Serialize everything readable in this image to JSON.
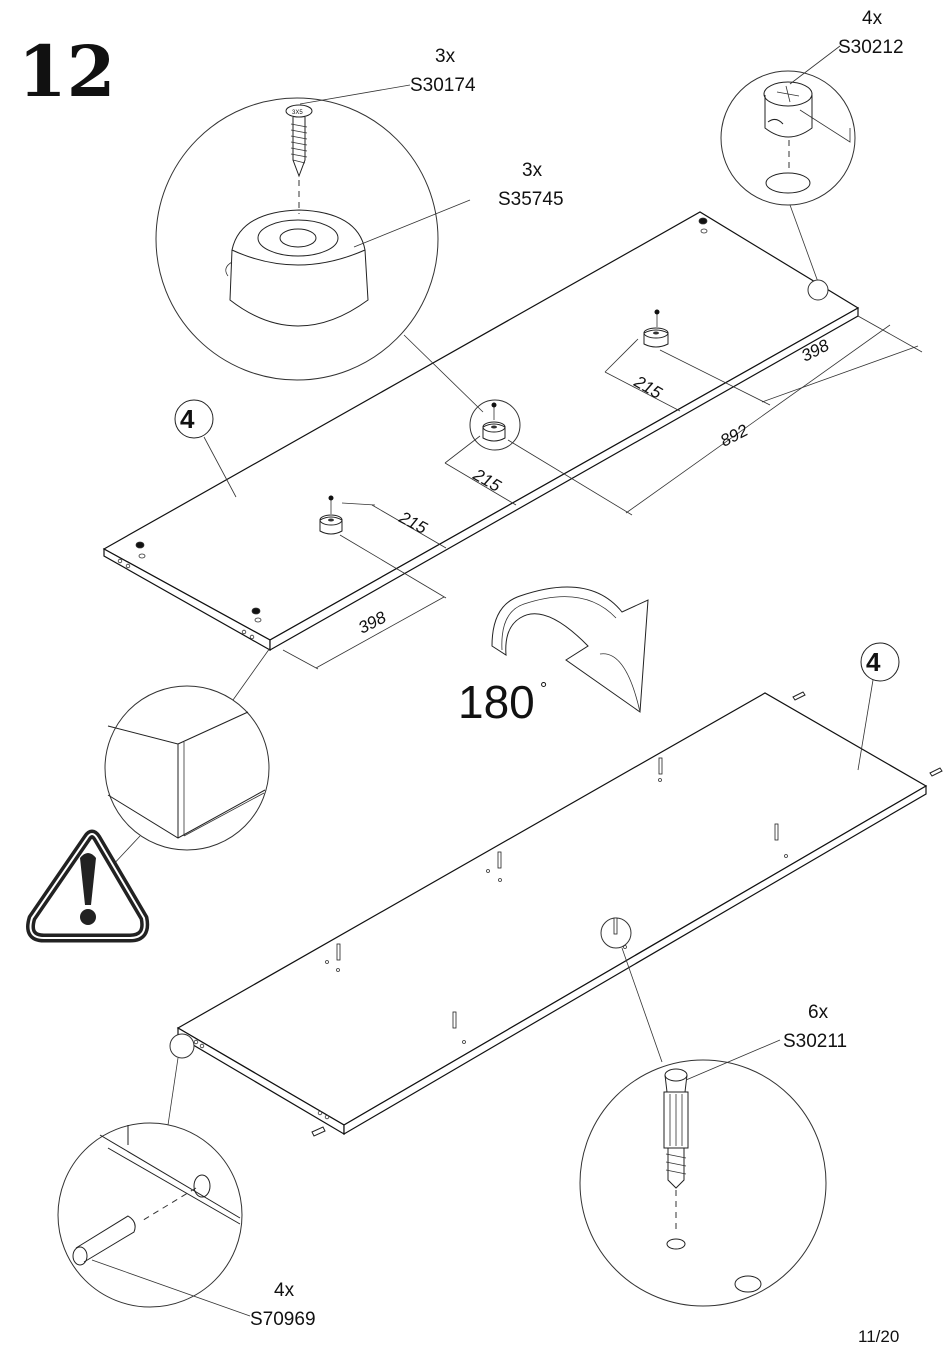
{
  "step": {
    "number": "12"
  },
  "callouts": {
    "cam_qty": "4x",
    "cam_code": "S30212",
    "screw_qty": "3x",
    "screw_code": "S30174",
    "foot_qty": "3x",
    "foot_code": "S35745",
    "bolt_qty": "6x",
    "bolt_code": "S30211",
    "dowel_qty": "4x",
    "dowel_code": "S70969"
  },
  "screw_head_mark": "3X5",
  "panel": {
    "top_part": "4",
    "bottom_part": "4"
  },
  "dimensions": {
    "d398_right": "398",
    "d215_right": "215",
    "d892": "892",
    "d215_mid": "215",
    "d215_left": "215",
    "d398_left": "398"
  },
  "rotation": {
    "value": "180",
    "unit": "°"
  },
  "warning": {
    "icon": "warning-triangle-icon"
  },
  "page": {
    "number": "11/20"
  }
}
